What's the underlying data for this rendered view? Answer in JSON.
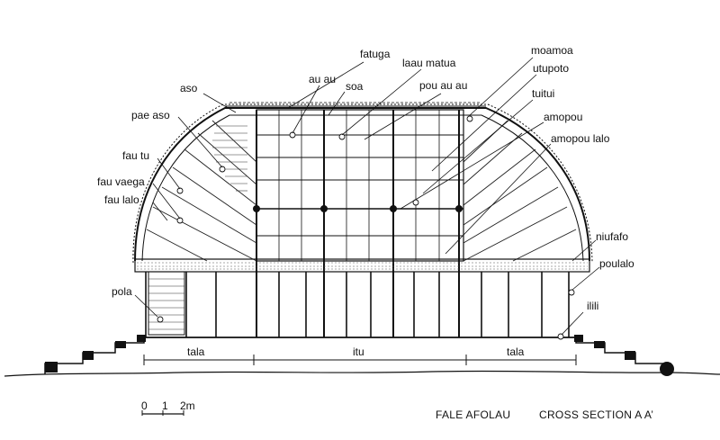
{
  "labels": {
    "fatuga": "fatuga",
    "au_au": "au au",
    "laau_matua": "laau matua",
    "soa": "soa",
    "pou_au_au": "pou au au",
    "moamoa": "moamoa",
    "utupoto": "utupoto",
    "tuitui": "tuitui",
    "amopou": "amopou",
    "amopou_lalo": "amopou lalo",
    "aso": "aso",
    "pae_aso": "pae aso",
    "fau_tu": "fau tu",
    "fau_vaega": "fau vaega",
    "fau_lalo": "fau lalo",
    "niufafo": "niufafo",
    "poulalo": "poulalo",
    "pola": "pola",
    "ilili": "ilili"
  },
  "zones": {
    "tala_left": "tala",
    "itu": "itu",
    "tala_right": "tala"
  },
  "scale": {
    "tick0": "0",
    "tick1": "1",
    "tick2": "2m"
  },
  "caption": {
    "name": "FALE AFOLAU",
    "section": "CROSS SECTION  A A’"
  }
}
